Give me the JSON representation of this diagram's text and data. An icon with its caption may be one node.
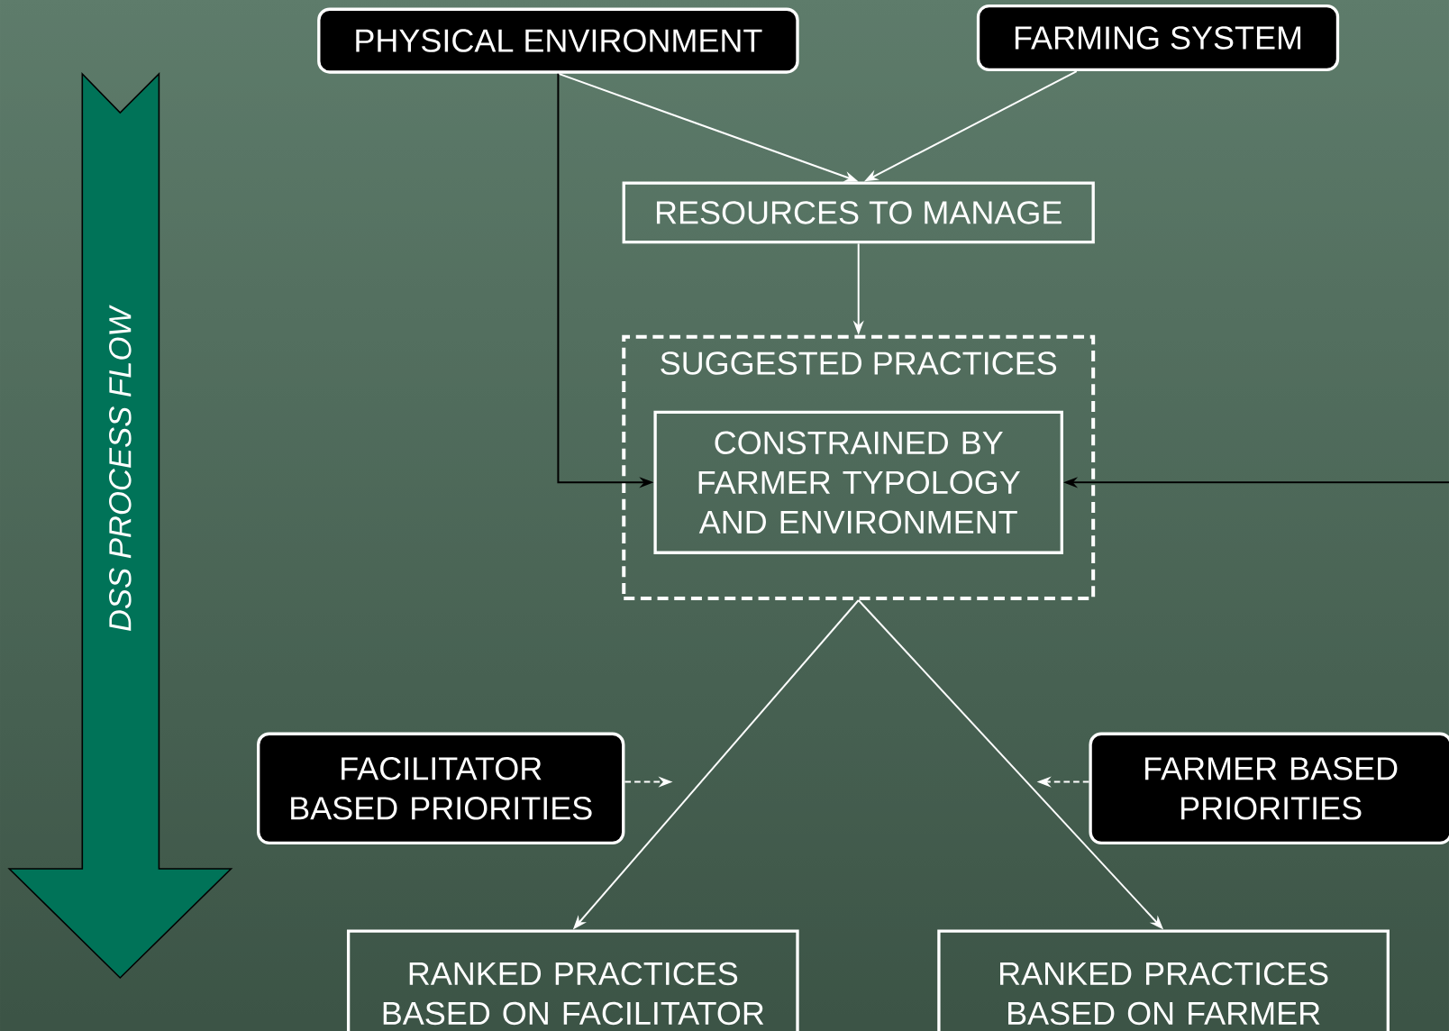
{
  "diagram": {
    "nodes": [
      {
        "text": [
          "PHYSICAL ENVIRONMENT"
        ]
      },
      {
        "text": [
          "FARMING SYSTEM"
        ]
      },
      {
        "text": [
          "RESOURCES TO MANAGE"
        ]
      },
      {
        "text": [
          "SUGGESTED PRACTICES"
        ]
      },
      {
        "text": [
          "CONSTRAINED BY FARMER TYPOLOGY AND ENVIRONMENT"
        ],
        "in": 3
      },
      {
        "text": [
          "FACILITATOR BASED PRIORITIES"
        ]
      },
      {
        "text": [
          "FARMER BASED PRIORITIES"
        ]
      },
      {
        "text": [
          "RANKED PRACTICES BASED ON FACILITATOR"
        ]
      },
      {
        "text": [
          "RANKED PRACTICES BASED ON FARMER"
        ]
      },
      {
        "text": [
          "DSS PROCESS FLOW"
        ]
      }
    ],
    "edges": [
      {
        "from": 0,
        "to": 2,
        "arrow": "to"
      },
      {
        "from": 1,
        "to": 2,
        "arrow": "to"
      },
      {
        "from": 2,
        "to": 3,
        "arrow": "to"
      },
      {
        "from": 0,
        "to": 4,
        "arrow": "to",
        "color": "#000000"
      },
      {
        "from": null,
        "to": 4,
        "arrow": "to",
        "color": "#000000"
      },
      {
        "from": 3,
        "to": 7,
        "arrow": "to"
      },
      {
        "from": 3,
        "to": 8,
        "arrow": "to"
      },
      {
        "from": 5,
        "to": null,
        "arrow": "to",
        "style": "dashed"
      },
      {
        "from": 6,
        "to": null,
        "arrow": "to",
        "style": "dashed"
      }
    ]
  }
}
